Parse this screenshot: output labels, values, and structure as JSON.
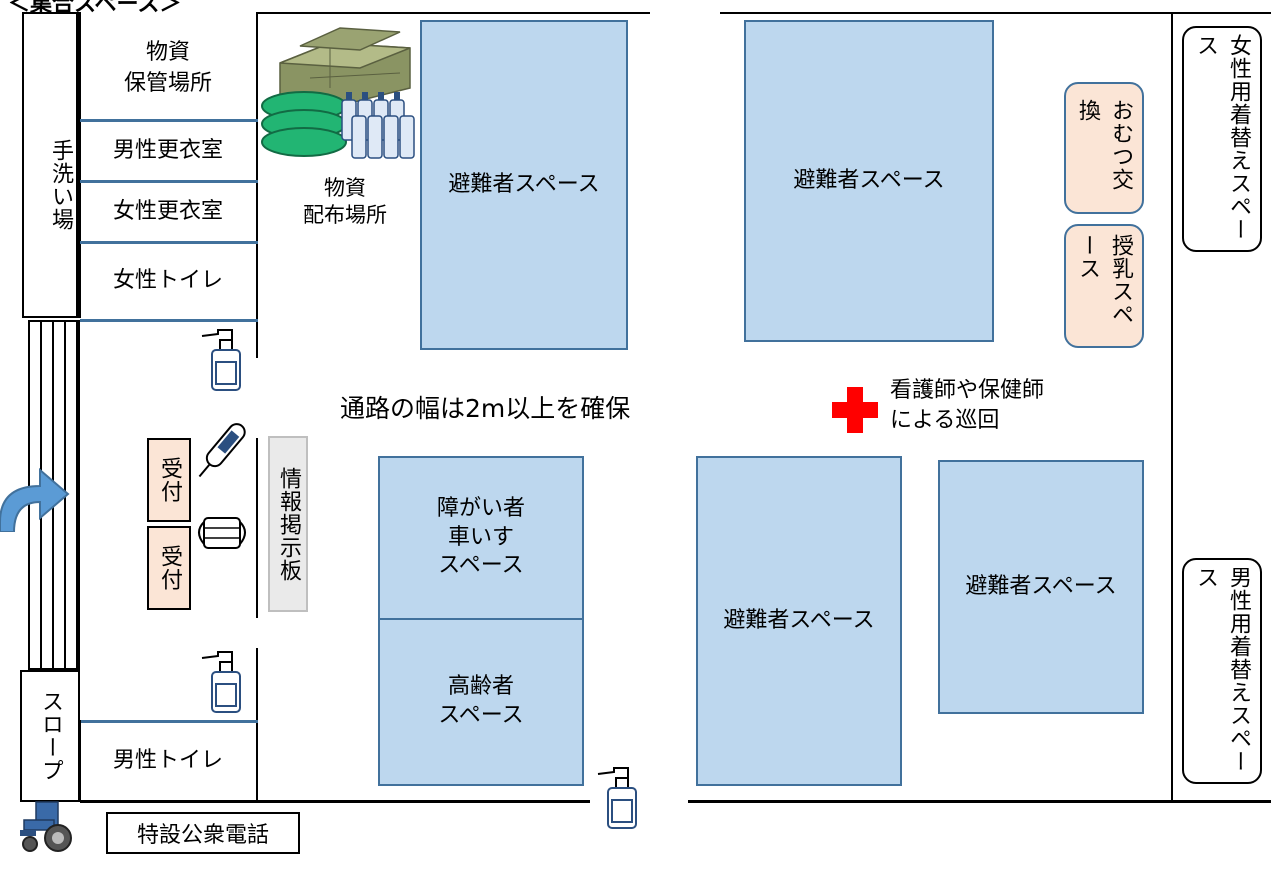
{
  "top_label": "＜集合スペース＞",
  "rooms": {
    "handwash": "手洗い場",
    "storage": "物資\n保管場所",
    "men_changing": "男性更衣室",
    "women_changing": "女性更衣室",
    "women_toilet": "女性トイレ",
    "men_toilet": "男性トイレ",
    "slope": "スロープ",
    "phone": "特設公衆電話",
    "distribution": "物資\n配布場所"
  },
  "reception": [
    "受付",
    "受付"
  ],
  "info_board": "情報掲示板",
  "corridor_note": "通路の幅は2m以上を確保",
  "nurse_note": "看護師や保健師\nによる巡回",
  "spaces": {
    "evacuee": "避難者スペース",
    "disabled": "障がい者\n車いす\nスペース",
    "elderly": "高齢者\nスペース"
  },
  "diaper": "おむつ交換",
  "nursing": "授乳スペース",
  "women_dressing": "女性用着替えスペース",
  "men_dressing": "男性用着替えスペース",
  "colors": {
    "space_fill": "#bdd7ee",
    "space_border": "#41719c",
    "peach": "#fbe5d6",
    "red_cross": "#ff0000",
    "arrow": "#5b9bd5"
  },
  "icons": [
    "sanitizer-icon",
    "thermometer-icon",
    "mask-icon",
    "water-bottles-icon",
    "blankets-icon",
    "supplies-icon",
    "wheelchair-icon",
    "red-cross-icon",
    "entrance-arrow-icon"
  ]
}
